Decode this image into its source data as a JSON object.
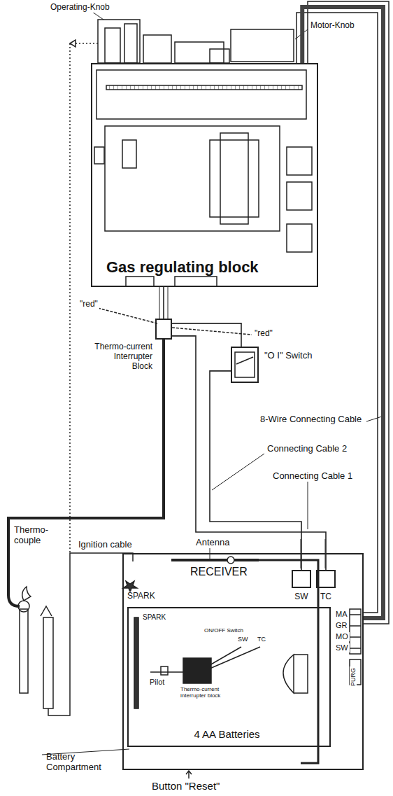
{
  "diagram": {
    "nodes": [
      {
        "text": [
          "Gas regulating block"
        ]
      },
      {
        "text": [
          "Thermo-current Interrupter Block"
        ]
      },
      {
        "text": [
          "\"O I\" Switch"
        ]
      },
      {
        "text": [
          "RECEIVER"
        ]
      },
      {
        "text": [
          "Battery Compartment",
          "4 AA Batteries"
        ],
        "in": 3
      },
      {
        "text": [
          "SW"
        ],
        "in": 3
      },
      {
        "text": [
          "TC"
        ],
        "in": 3
      }
    ],
    "edges": [
      {
        "from": 1,
        "to": 0,
        "arrow": "none"
      },
      {
        "from": 2,
        "to": 1,
        "arrow": "none"
      },
      {
        "from": 1,
        "to": 6,
        "arrow": "none"
      },
      {
        "from": 2,
        "to": 5,
        "arrow": "none"
      },
      {
        "from": 0,
        "to": 3,
        "arrow": "none"
      }
    ],
    "labels": [
      "Operating-Knob",
      "Motor-Knob",
      "\"red\"",
      "\"red\"",
      "8-Wire Connecting Cable",
      "Connecting Cable 2",
      "Connecting Cable 1",
      "Thermo-couple",
      "Ignition cable",
      "Antenna",
      "SPARK",
      "MA",
      "GR",
      "MO",
      "SW",
      "PURG",
      "SPARK",
      "SW",
      "TC",
      "ON/OFF Switch",
      "Pilot",
      "Thermo-current interrupter block",
      "Button \"Reset\""
    ]
  }
}
